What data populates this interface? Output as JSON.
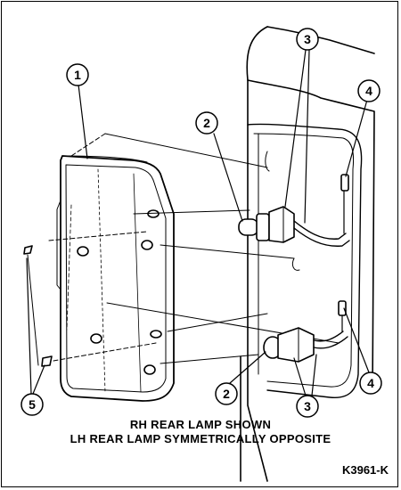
{
  "figure": {
    "caption_line1": "RH REAR LAMP SHOWN",
    "caption_line2": "LH REAR LAMP SYMMETRICALLY OPPOSITE",
    "figure_id": "K3961-K"
  },
  "callouts": [
    {
      "label": "1"
    },
    {
      "label": "2"
    },
    {
      "label": "2"
    },
    {
      "label": "3"
    },
    {
      "label": "3"
    },
    {
      "label": "4"
    },
    {
      "label": "4"
    },
    {
      "label": "5"
    }
  ],
  "colors": {
    "ink": "#000000",
    "paper": "#ffffff",
    "shade": "#d9d9d9"
  }
}
